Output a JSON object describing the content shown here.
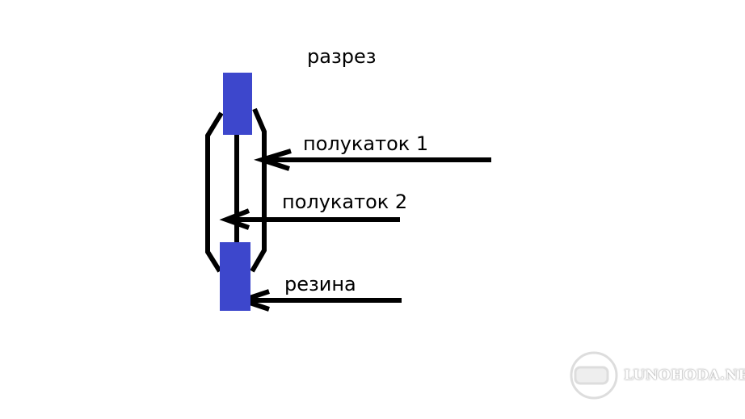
{
  "title": "разрез",
  "labels": {
    "half_roller_1": "полукаток 1",
    "half_roller_2": "полукаток 2",
    "rubber": "резина"
  },
  "watermark": "LUNOHODA.NET",
  "colors": {
    "rubber": "#3d47cc",
    "line": "#000000"
  }
}
